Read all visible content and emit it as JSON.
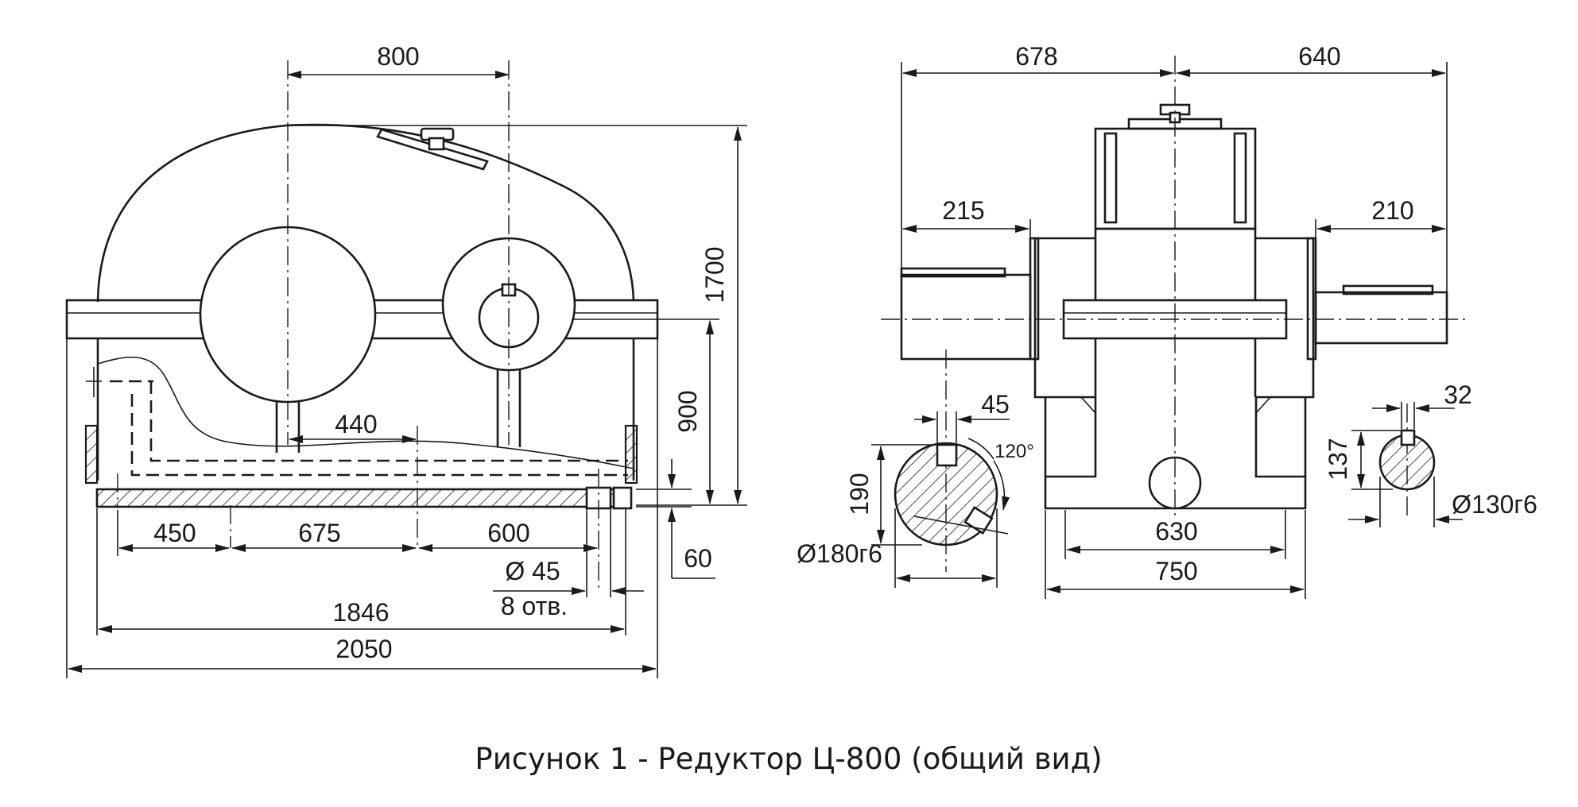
{
  "caption": "Рисунок 1 - Редуктор Ц-800 (общий вид)",
  "front_view": {
    "dims": {
      "top_center_distance": "800",
      "height_total": "1700",
      "height_axis": "900",
      "bore_offset": "440",
      "foot_spacing_1": "450",
      "foot_spacing_2": "675",
      "foot_spacing_3": "600",
      "hole_diameter": "Ø 45",
      "hole_count": "8 отв.",
      "foot_thickness": "60",
      "length_holes": "1846",
      "length_total": "2050"
    }
  },
  "side_view": {
    "dims": {
      "left_extent": "678",
      "right_extent": "640",
      "left_shaft_length": "215",
      "right_shaft_length": "210",
      "key_width_large": "45",
      "key_angle": "120°",
      "key_depth_large": "190",
      "shaft_diameter_large": "Ø180г6",
      "key_width_small": "32",
      "key_depth_small": "137",
      "shaft_diameter_small": "Ø130г6",
      "base_inner": "630",
      "base_outer": "750"
    }
  }
}
